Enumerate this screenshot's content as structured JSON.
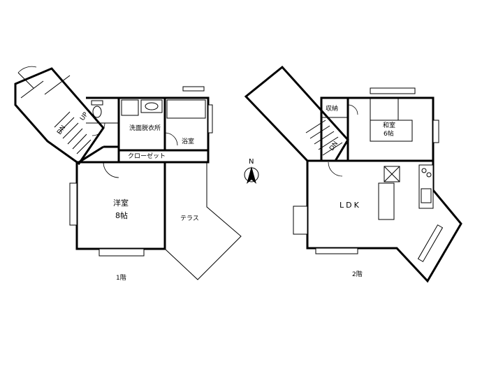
{
  "floor1": {
    "label": "1階",
    "rooms": {
      "western": "洋室",
      "western_size": "8帖",
      "washroom": "洗面脱衣所",
      "bath": "浴室",
      "closet": "クローゼット",
      "terrace": "テラス"
    },
    "stairs": {
      "down": "DN",
      "up": "UP"
    }
  },
  "floor2": {
    "label": "2階",
    "rooms": {
      "ldk": "LDK",
      "japanese": "和室",
      "japanese_size": "6帖",
      "storage": "収納"
    },
    "stairs": {
      "down": "DN"
    }
  },
  "compass": {
    "label": "N"
  }
}
